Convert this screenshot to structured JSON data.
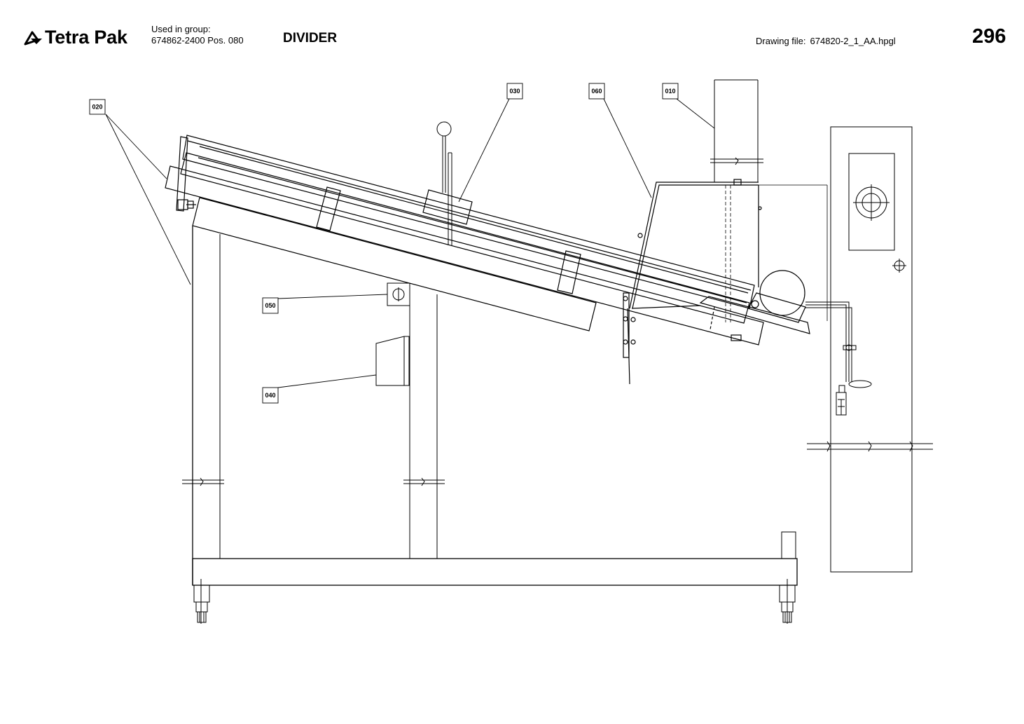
{
  "header": {
    "brand": "Tetra Pak",
    "used_in_label": "Used in group:",
    "used_in_value": "674862-2400 Pos. 080",
    "title": "DIVIDER",
    "drawing_file_label": "Drawing file:",
    "drawing_file_value": "674820-2_1_AA.hpgl",
    "page_number": "296"
  },
  "callouts": [
    "010",
    "020",
    "030",
    "040",
    "050",
    "060"
  ],
  "icons": {
    "logo": "tetra-pak-logo-icon"
  },
  "colors": {
    "line": "#000000",
    "background": "#ffffff"
  }
}
